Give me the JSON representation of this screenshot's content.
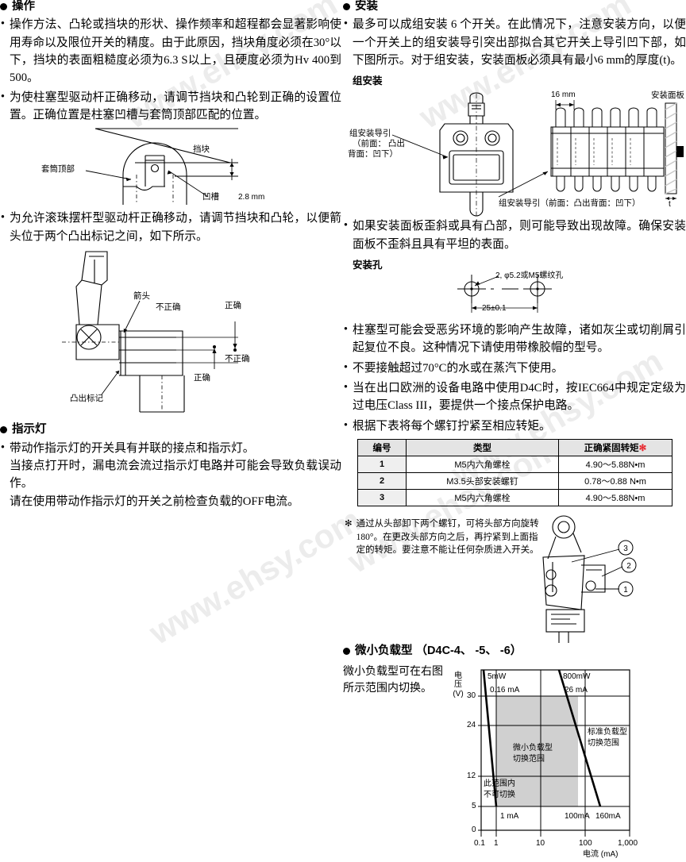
{
  "watermarks": [
    "www.ehsy.com",
    "www.ehsy.com",
    "www.ehsy.com",
    "www.ehsy.com",
    "www.ehsy.com"
  ],
  "left": {
    "operation": {
      "heading": "操作",
      "bullets": [
        "操作方法、凸轮或挡块的形状、操作频率和超程都会显著影响使用寿命以及限位开关的精度。由于此原因，挡块角度必须在30°以下，挡块的表面粗糙度必须为6.3 S以上，且硬度必须为Hv 400到500。",
        "为使柱塞型驱动杆正确移动，请调节挡块和凸轮到正确的设置位置。正确位置是柱塞凹槽与套筒顶部匹配的位置。",
        "为允许滚珠摆杆型驱动杆正确移动，请调节挡块和凸轮，以便箭头位于两个凸出标记之间，如下所示。"
      ]
    },
    "plunger_fig": {
      "dog": "挡块",
      "sleeve_top": "套筒顶部",
      "groove": "凹槽",
      "dim": "2.8 mm"
    },
    "roller_fig": {
      "arrow": "箭头",
      "incorrect_1": "不正确",
      "incorrect_2": "不正确",
      "correct_1": "正确",
      "correct_2": "正确",
      "mark": "凸出标记"
    },
    "indicator": {
      "heading": "指示灯",
      "lines": [
        "带动作指示灯的开关具有并联的接点和指示灯。",
        "当接点打开时，漏电流会流过指示灯电路并可能会导致负载误动作。",
        "请在使用带动作指示灯的开关之前检查负载的OFF电流。"
      ]
    }
  },
  "right": {
    "mounting": {
      "heading": "安装",
      "bullet1": "最多可以成组安装 6 个开关。在此情况下，注意安装方向，以便一个开关上的组安装导引突出部拟合其它开关上导引凹下部，如下图所示。对于组安装，安装面板必须具有最小6 mm的厚度(t)。",
      "gang_label": "组安装",
      "gang_fig": {
        "guide_line1": "组安装导引",
        "guide_line2": "（前面： 凸出",
        "guide_line3": "背面：凹下）",
        "pitch": "16 mm",
        "panel": "安装面板",
        "guide_bottom": "组安装导引（前面：凸出背面：凹下）",
        "thickness": "t"
      },
      "bullet2": "如果安装面板歪斜或具有凸部，则可能导致出现故障。确保安装面板不歪斜且具有平坦的表面。",
      "hole_label": "安装孔",
      "hole_fig": {
        "callout": "2, φ5.2或M5螺纹孔",
        "pitch": "25±0.1"
      },
      "bullets": [
        "柱塞型可能会受恶劣环境的影响产生故障，诸如灰尘或切削屑引起复位不良。这种情况下请使用带橡胶帽的型号。",
        "不要接触超过70°C的水或在蒸汽下使用。",
        "当在出口欧洲的设备电路中使用D4C时，按IEC664中规定定级为过电压Class III，要提供一个接点保护电路。",
        "根据下表将每个螺钉拧紧至相应转矩。"
      ]
    },
    "torque_table": {
      "headers": [
        "编号",
        "类型",
        "正确紧固转矩"
      ],
      "header_asterisk": "✻",
      "rows": [
        [
          "1",
          "M5内六角螺栓",
          "4.90～5.88N•m"
        ],
        [
          "2",
          "M3.5头部安装螺钉",
          "0.78～0.88 N•m"
        ],
        [
          "3",
          "M5内六角螺栓",
          "4.90～5.88N•m"
        ]
      ]
    },
    "footnote": {
      "marker": "✻",
      "text": "通过从头部卸下两个螺钉，可将头部方向旋转180°。在更改头部方向之后，再拧紧到上面指定的转矩。要注意不能让任何杂质进入开关。",
      "callouts": [
        "①",
        "②",
        "③"
      ]
    },
    "micro_load": {
      "heading": "微小负载型 （D4C-4、 -5、 -6）",
      "note": "微小负载型可在右图所示范围内切换。"
    }
  },
  "chart_data": {
    "type": "area",
    "title": "微小负载型切换范围",
    "xlabel": "电流 (mA)",
    "ylabel": "电压 (V)",
    "xscale": "log",
    "xlim": [
      0.1,
      1000
    ],
    "ylim": [
      0,
      33
    ],
    "xticks": [
      "0.1",
      "1",
      "10",
      "100",
      "1,000"
    ],
    "yticks": [
      "0",
      "5",
      "12",
      "24",
      "30"
    ],
    "grid": true,
    "annotations": [
      {
        "text": "5mW",
        "x": 0.13,
        "y": 32
      },
      {
        "text": "0.16 mA",
        "x": 0.16,
        "y": 30
      },
      {
        "text": "800mW",
        "x": 22,
        "y": 32
      },
      {
        "text": "26 mA",
        "x": 26,
        "y": 30
      },
      {
        "text": "微小负载型",
        "x": 6,
        "y": 17
      },
      {
        "text": "切换范围",
        "x": 6,
        "y": 15
      },
      {
        "text": "标准负载型",
        "x": 200,
        "y": 22
      },
      {
        "text": "切换范围",
        "x": 200,
        "y": 20
      },
      {
        "text": "此范围内",
        "x": 0.15,
        "y": 10
      },
      {
        "text": "不可切换",
        "x": 0.15,
        "y": 8
      },
      {
        "text": "1 mA",
        "x": 1,
        "y": 4
      },
      {
        "text": "100mA",
        "x": 100,
        "y": 4
      },
      {
        "text": "160mA",
        "x": 160,
        "y": 4
      }
    ],
    "regions": [
      {
        "name": "微小负载型切换范围",
        "fill": "#d0d0d0",
        "boundary_power_mW": 5,
        "current_min_mA": 1,
        "current_max_mA": 100,
        "voltage_max_V": 30,
        "voltage_min_V": 5
      },
      {
        "name": "标准负载型切换范围",
        "boundary_power_mW": 800,
        "current_max_mA": 160
      }
    ],
    "curves": [
      {
        "name": "5mW constant power limit",
        "points": [
          [
            0.16,
            30
          ],
          [
            1,
            5
          ]
        ]
      },
      {
        "name": "800mW constant power limit",
        "points": [
          [
            26,
            30
          ],
          [
            160,
            5
          ]
        ]
      }
    ]
  }
}
